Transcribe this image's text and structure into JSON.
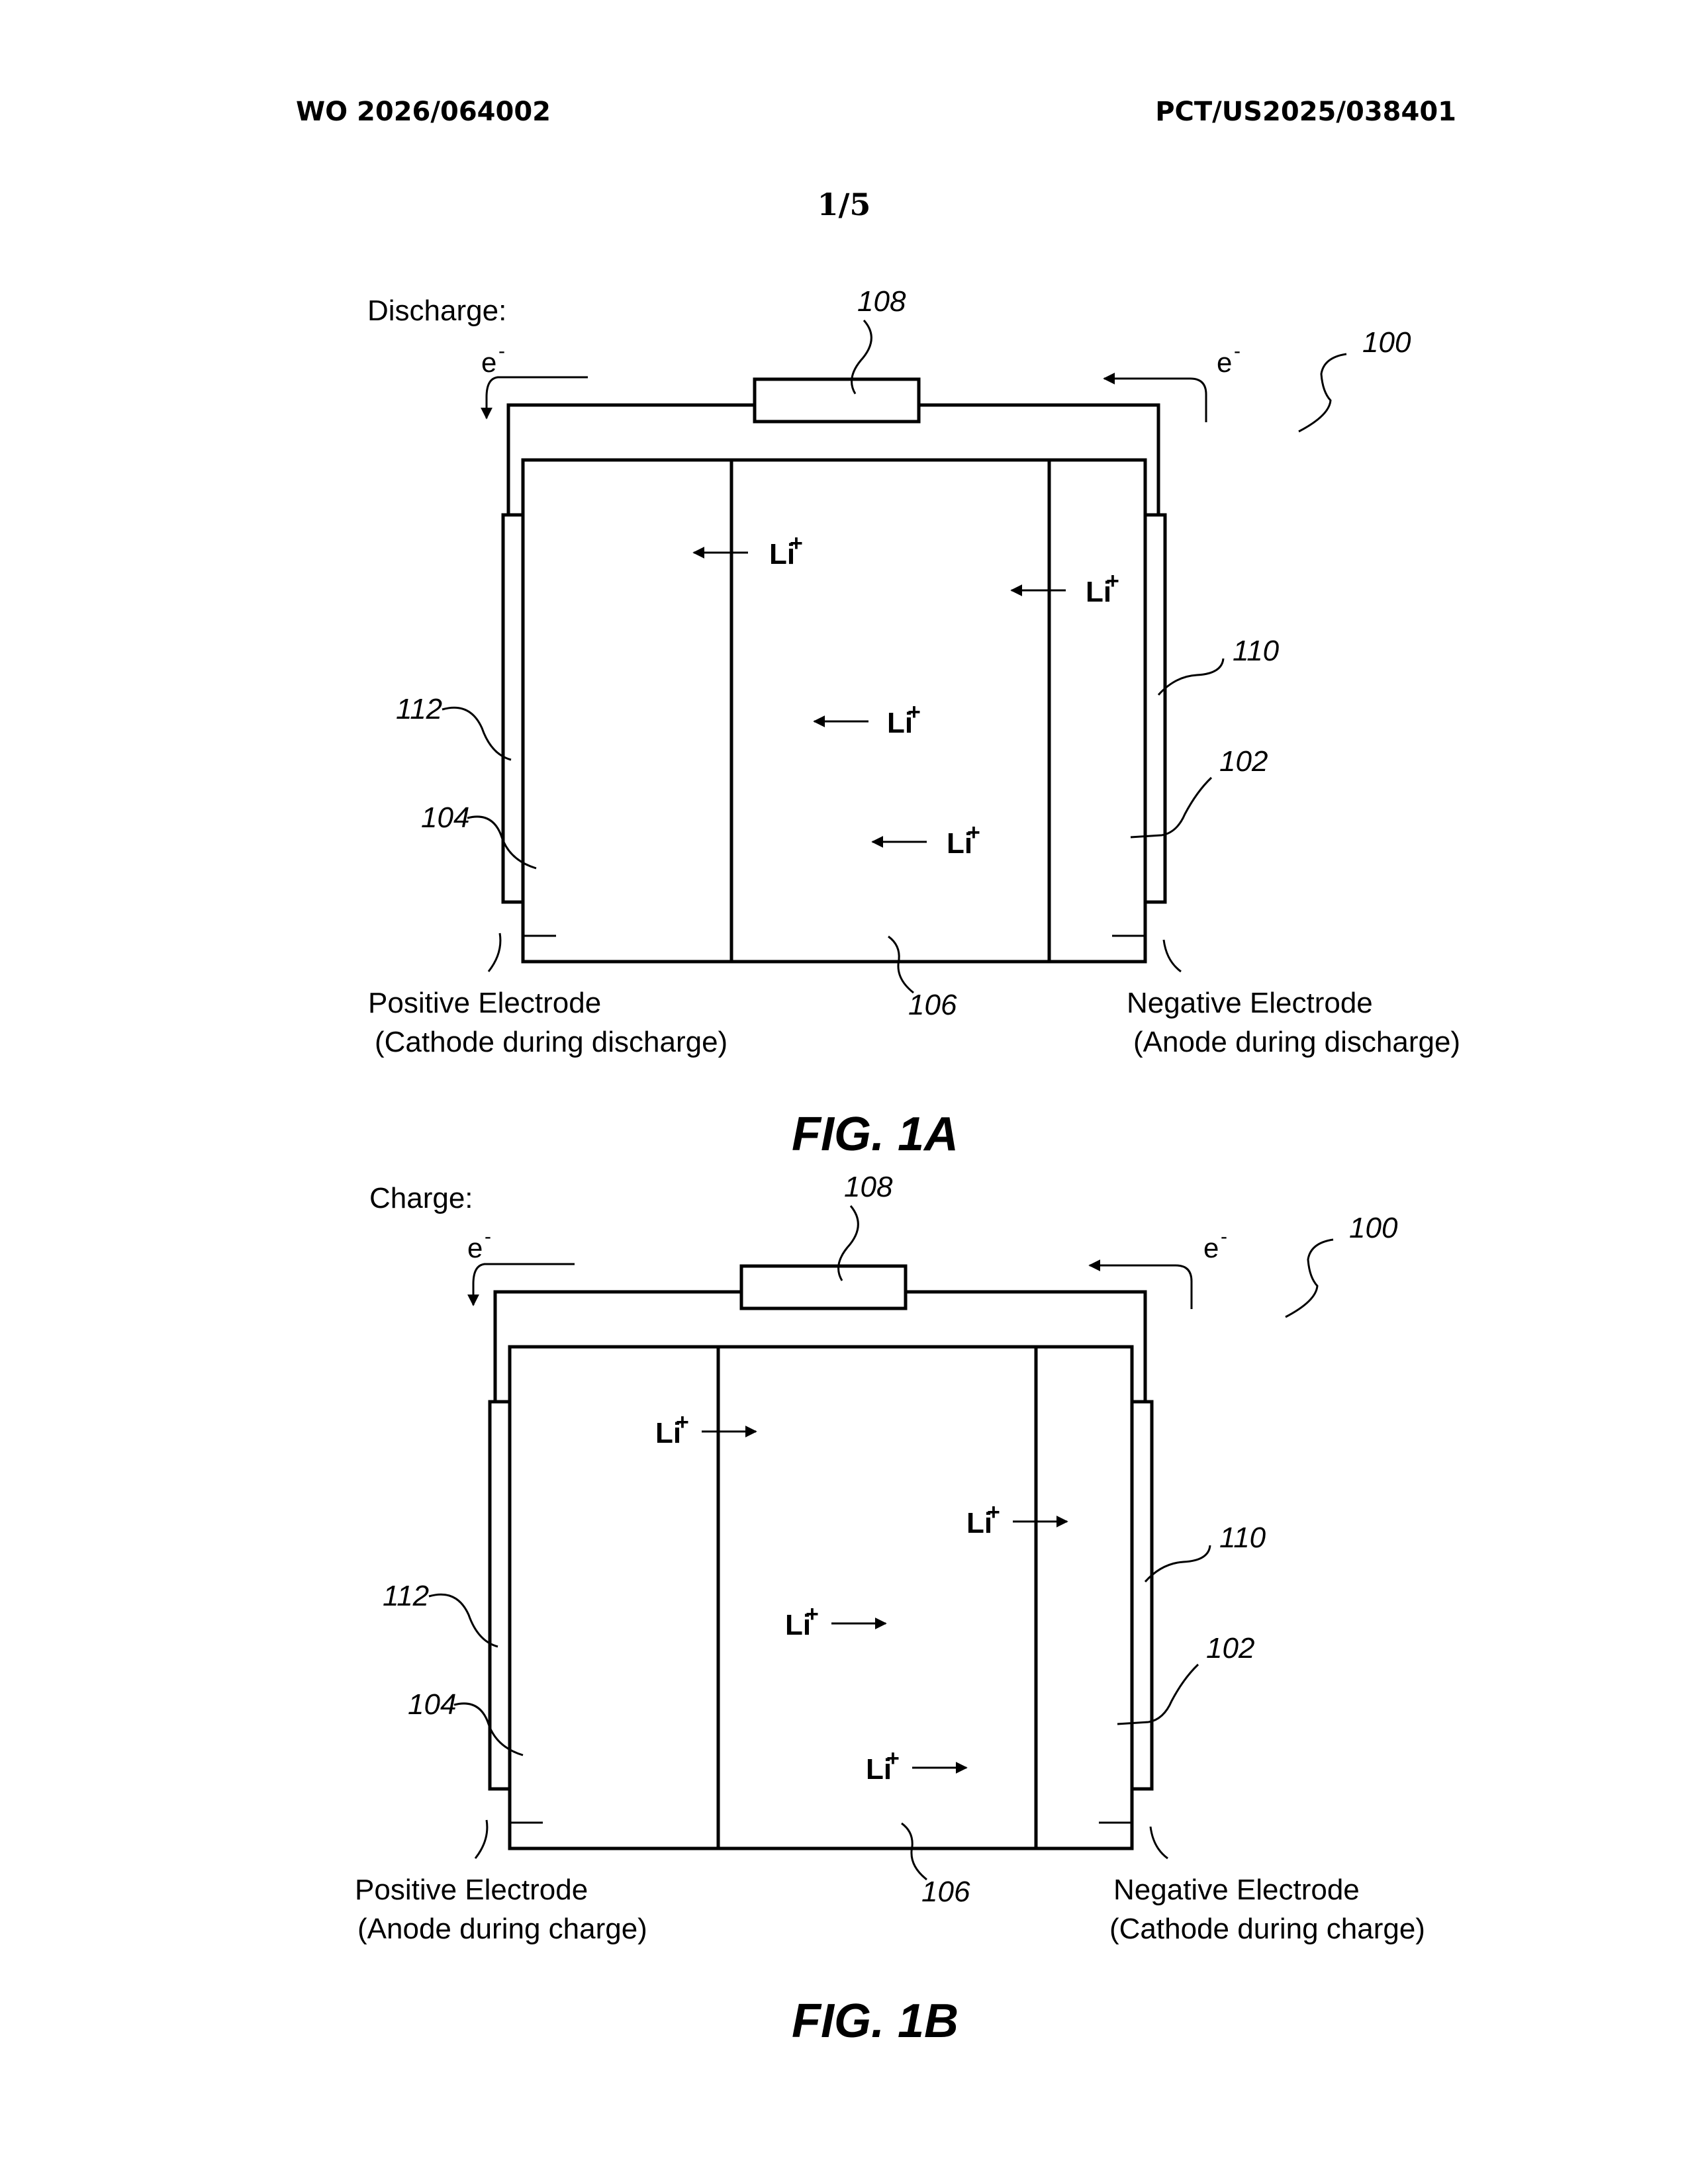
{
  "header": {
    "publication_number": "WO 2026/064002",
    "application_number": "PCT/US2025/038401",
    "sheet": "1/5"
  },
  "figures": [
    {
      "id": "fig1a",
      "caption": "FIG. 1A",
      "mode_label": "Discharge:",
      "electron_symbol": "e",
      "electron_sup": "-",
      "refs": {
        "cell": "100",
        "load": "108",
        "current_collector_neg": "110",
        "current_collector_pos": "112",
        "neg_electrode": "102",
        "pos_electrode": "104",
        "separator": "106"
      },
      "ion_label": "Li",
      "ion_sup": "+",
      "ion_direction": "left",
      "positive_electrode": {
        "title": "Positive Electrode",
        "role": "(Cathode during discharge)"
      },
      "negative_electrode": {
        "title": "Negative Electrode",
        "role": "(Anode during discharge)"
      }
    },
    {
      "id": "fig1b",
      "caption": "FIG. 1B",
      "mode_label": "Charge:",
      "electron_symbol": "e",
      "electron_sup": "-",
      "refs": {
        "cell": "100",
        "load": "108",
        "current_collector_neg": "110",
        "current_collector_pos": "112",
        "neg_electrode": "102",
        "pos_electrode": "104",
        "separator": "106"
      },
      "ion_label": "Li",
      "ion_sup": "+",
      "ion_direction": "right",
      "positive_electrode": {
        "title": "Positive Electrode",
        "role": "(Anode during charge)"
      },
      "negative_electrode": {
        "title": "Negative Electrode",
        "role": "(Cathode during charge)"
      }
    }
  ]
}
